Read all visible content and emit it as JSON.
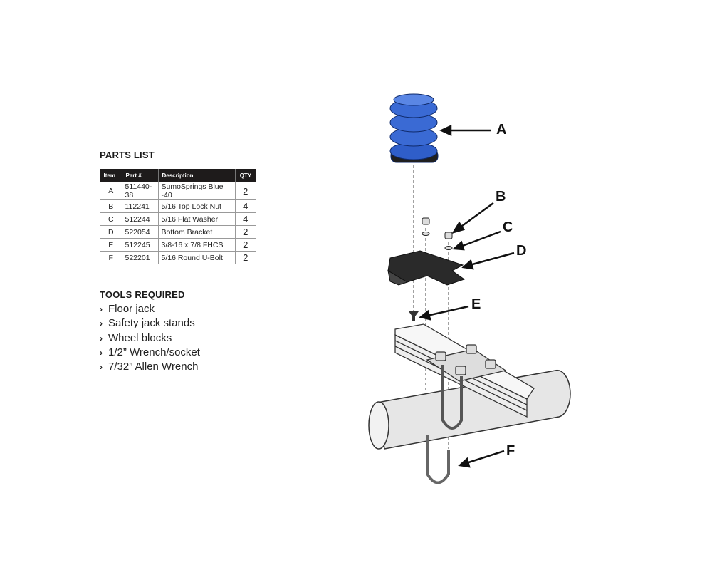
{
  "parts_list": {
    "title": "PARTS LIST",
    "headers": [
      "Item",
      "Part #",
      "Description",
      "QTY"
    ],
    "rows": [
      [
        "A",
        "511440-38",
        "SumoSprings Blue -40",
        "2"
      ],
      [
        "B",
        "112241",
        "5/16 Top Lock Nut",
        "4"
      ],
      [
        "C",
        "512244",
        "5/16 Flat Washer",
        "4"
      ],
      [
        "D",
        "522054",
        "Bottom Bracket",
        "2"
      ],
      [
        "E",
        "512245",
        "3/8-16 x 7/8 FHCS",
        "2"
      ],
      [
        "F",
        "522201",
        "5/16 Round U-Bolt",
        "2"
      ]
    ]
  },
  "tools": {
    "title": "TOOLS REQUIRED",
    "bullet": "›",
    "items": [
      "Floor jack",
      "Safety jack stands",
      "Wheel blocks",
      "1/2” Wrench/socket",
      "7/32” Allen Wrench"
    ]
  },
  "diagram": {
    "labels": {
      "a": "A",
      "b": "B",
      "c": "C",
      "d": "D",
      "e": "E",
      "f": "F"
    },
    "colors": {
      "spring": "#2f5ec9",
      "bracket": "#2a2a2a",
      "metal": "#d9d9d9"
    }
  }
}
